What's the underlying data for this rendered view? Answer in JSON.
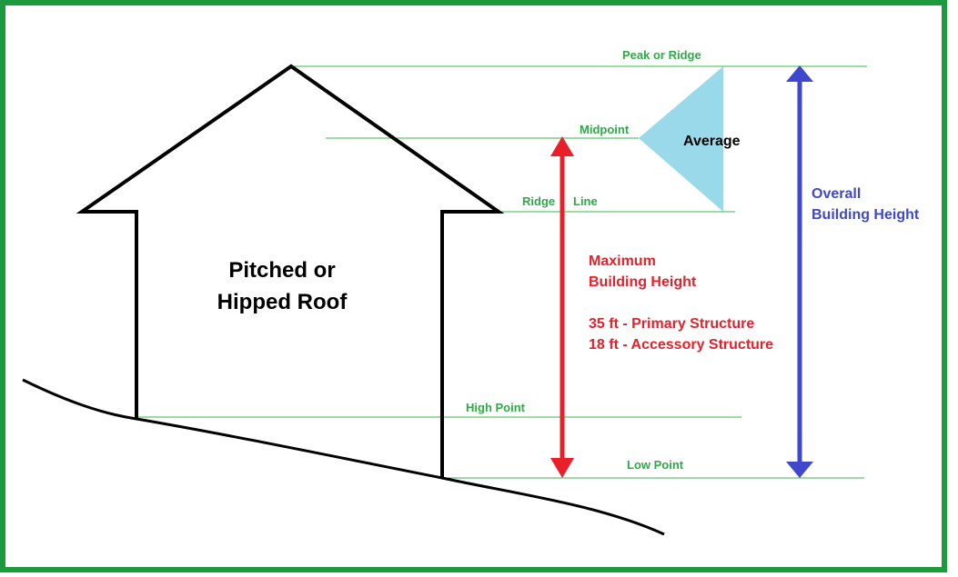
{
  "colors": {
    "frame": "#1e9a3e",
    "guide_line": "#3cb44b",
    "label_green": "#2eaa45",
    "house": "#000000",
    "average_triangle": "#99d9ea",
    "max_height": "#e8202a",
    "overall_height": "#3f48cc"
  },
  "house": {
    "roof_label_line1": "Pitched or",
    "roof_label_line2": "Hipped Roof"
  },
  "reference_lines": {
    "peak": "Peak or Ridge",
    "midpoint": "Midpoint",
    "ridge_word": "Ridge",
    "line_word": "Line",
    "high_point": "High Point",
    "low_point": "Low Point"
  },
  "average": {
    "label": "Average"
  },
  "max_height": {
    "line1": "Maximum",
    "line2": "Building Height",
    "rule1": "35 ft - Primary Structure",
    "rule2": "18 ft - Accessory Structure"
  },
  "overall_height": {
    "line1": "Overall",
    "line2": "Building Height"
  }
}
